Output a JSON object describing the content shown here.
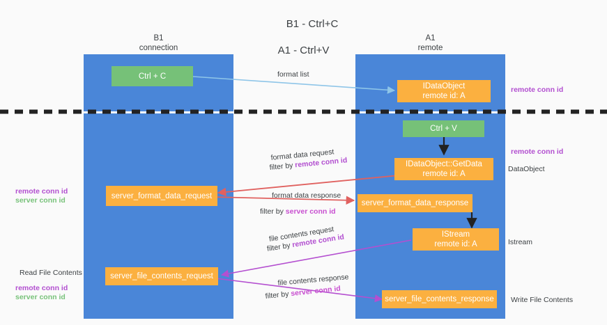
{
  "title": {
    "line1": "B1 - Ctrl+C",
    "line2": "A1 - Ctrl+V"
  },
  "colors": {
    "lane": "#4a86d8",
    "green_node": "#76c178",
    "orange_node": "#fbb040",
    "remote_conn_id": "#b24fd0",
    "server_conn_id": "#78c27a",
    "arrow_blue": "#8ec5e8",
    "arrow_red": "#e0615f",
    "arrow_purple": "#b44fd0",
    "arrow_black": "#222222",
    "background": "#fafafa"
  },
  "columns": [
    {
      "name": "B1",
      "sub": "connection"
    },
    {
      "name": "A1",
      "sub": "remote"
    }
  ],
  "nodes": [
    {
      "id": "ctrl-c",
      "label_line1": "Ctrl + C",
      "label_line2": "",
      "kind": "green"
    },
    {
      "id": "idataobject",
      "label_line1": "IDataObject",
      "label_line2": "remote id: A",
      "kind": "orange"
    },
    {
      "id": "ctrl-v",
      "label_line1": "Ctrl + V",
      "label_line2": "",
      "kind": "green"
    },
    {
      "id": "idataobject-getdata",
      "label_line1": "IDataObject::GetData",
      "label_line2": "remote id: A",
      "kind": "orange"
    },
    {
      "id": "server-format-data-request",
      "label_line1": "server_format_data_request",
      "label_line2": "",
      "kind": "orange"
    },
    {
      "id": "server-format-data-response",
      "label_line1": "server_format_data_response",
      "label_line2": "",
      "kind": "orange"
    },
    {
      "id": "istream",
      "label_line1": "IStream",
      "label_line2": "remote id: A",
      "kind": "orange"
    },
    {
      "id": "server-file-contents-request",
      "label_line1": "server_file_contents_request",
      "label_line2": "",
      "kind": "orange"
    },
    {
      "id": "server-file-contents-response",
      "label_line1": "server_file_contents_response",
      "label_line2": "",
      "kind": "orange"
    }
  ],
  "edges": [
    {
      "id": "format-list",
      "label": "format list",
      "filter_prefix": "",
      "filter_key": "",
      "color": "#8ec5e8"
    },
    {
      "id": "format-data-request",
      "label": "format data request",
      "filter_prefix": "filter by ",
      "filter_key": "remote conn id",
      "color": "#e0615f"
    },
    {
      "id": "format-data-response",
      "label": "format data response",
      "filter_prefix": "filter by ",
      "filter_key": "server conn id",
      "color": "#e0615f"
    },
    {
      "id": "file-contents-request",
      "label": "file contents request",
      "filter_prefix": "filter by ",
      "filter_key": "remote conn id",
      "color": "#b44fd0"
    },
    {
      "id": "file-contents-response",
      "label": "file contents response",
      "filter_prefix": "filter by ",
      "filter_key": "server conn id",
      "color": "#b44fd0"
    }
  ],
  "annotations": {
    "right": [
      {
        "id": "right-remote-1",
        "text": "remote conn id",
        "style": "remote"
      },
      {
        "id": "right-remote-2",
        "text": "remote conn id",
        "style": "remote"
      },
      {
        "id": "right-dataobject",
        "text": "DataObject",
        "style": "plain"
      },
      {
        "id": "right-istream",
        "text": "Istream",
        "style": "plain"
      },
      {
        "id": "right-write-file",
        "text": "Write File Contents",
        "style": "plain"
      }
    ],
    "left": [
      {
        "id": "left-remote-1",
        "text": "remote conn id",
        "style": "remote"
      },
      {
        "id": "left-server-1",
        "text": "server conn id",
        "style": "server"
      },
      {
        "id": "left-read-file",
        "text": "Read File Contents",
        "style": "plain"
      },
      {
        "id": "left-remote-2",
        "text": "remote conn id",
        "style": "remote"
      },
      {
        "id": "left-server-2",
        "text": "server conn id",
        "style": "server"
      }
    ]
  }
}
